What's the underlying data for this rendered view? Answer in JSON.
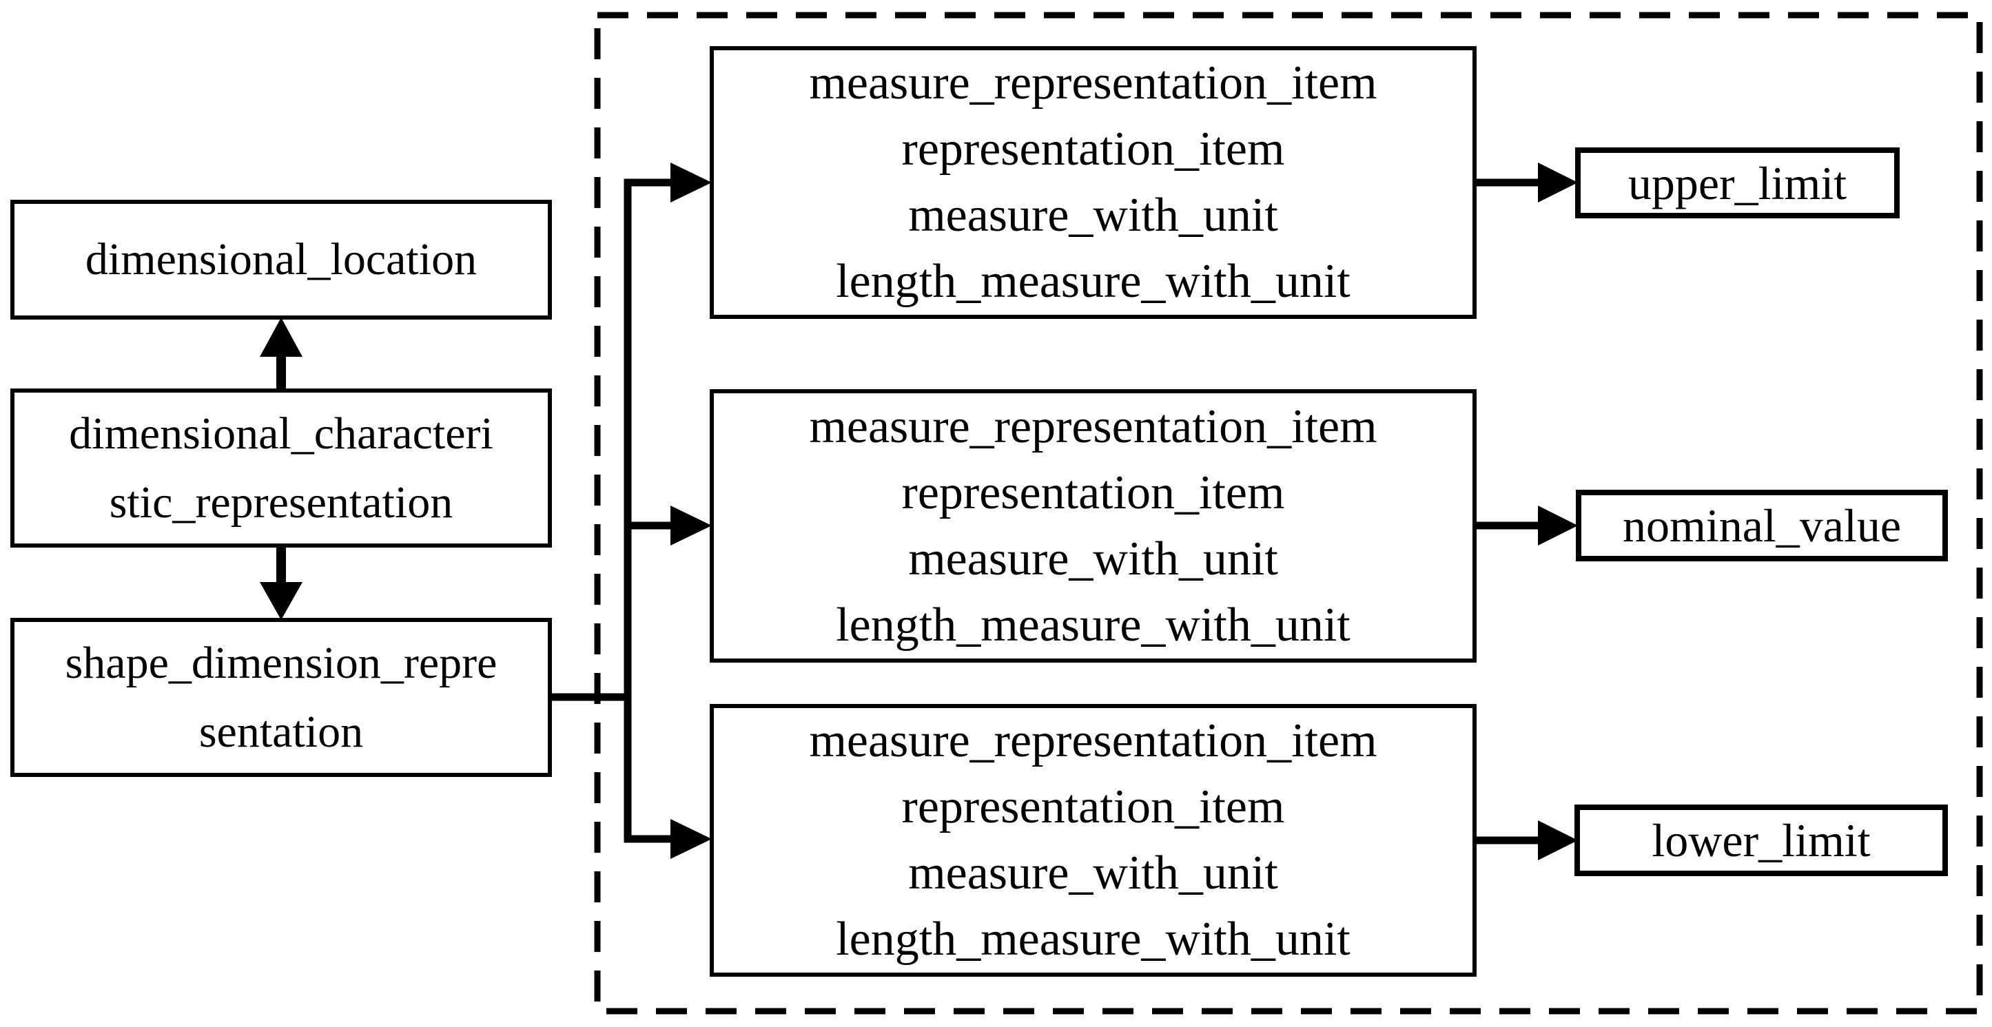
{
  "colors": {
    "background": "#ffffff",
    "line": "#000000",
    "text": "#000000"
  },
  "left_column": {
    "boxes": [
      {
        "name": "dimensional_location",
        "lines": [
          "dimensional_location"
        ]
      },
      {
        "name": "dimensional_characteristic_representation",
        "lines": [
          "dimensional_characteri",
          "stic_representation"
        ]
      },
      {
        "name": "shape_dimension_representation",
        "lines": [
          "shape_dimension_repre",
          "sentation"
        ]
      }
    ]
  },
  "dashed_group": {
    "measure_boxes": [
      {
        "lines": [
          "measure_representation_item",
          "representation_item",
          "measure_with_unit",
          "length_measure_with_unit"
        ]
      },
      {
        "lines": [
          "measure_representation_item",
          "representation_item",
          "measure_with_unit",
          "length_measure_with_unit"
        ]
      },
      {
        "lines": [
          "measure_representation_item",
          "representation_item",
          "measure_with_unit",
          "length_measure_with_unit"
        ]
      }
    ],
    "output_boxes": [
      {
        "label": "upper_limit"
      },
      {
        "label": "nominal_value"
      },
      {
        "label": "lower_limit"
      }
    ]
  },
  "relationships": [
    "dimensional_characteristic_representation -> dimensional_location (up arrow)",
    "dimensional_characteristic_representation -> shape_dimension_representation (down arrow)",
    "shape_dimension_representation -> each measure_representation_item box (branching arrows)",
    "measure_representation_item box 1 -> upper_limit",
    "measure_representation_item box 2 -> nominal_value",
    "measure_representation_item box 3 -> lower_limit"
  ]
}
